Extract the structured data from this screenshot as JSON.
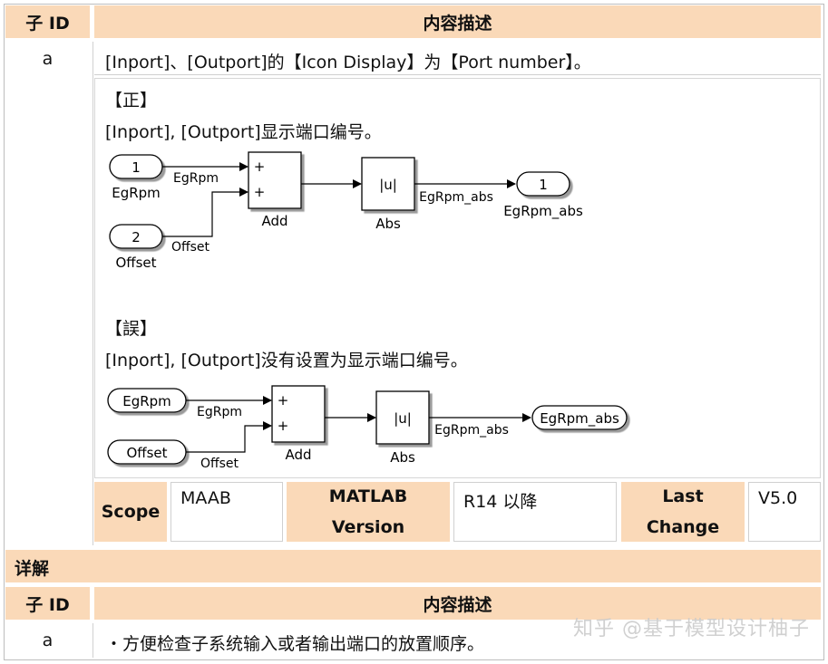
{
  "table1": {
    "header_id": "子 ID",
    "header_desc": "内容描述",
    "row_id": "a",
    "row_desc": "[Inport]、[Outport]的【Icon Display】为【Port number】。"
  },
  "correct": {
    "label": "【正】",
    "text": "[Inport], [Outport]显示端口编号。",
    "diagram": {
      "in1": "1",
      "in1_name": "EgRpm",
      "sig1": "EgRpm",
      "in2": "2",
      "in2_name": "Offset",
      "sig2": "Offset",
      "plus": "+",
      "add_label": "Add",
      "abs_symbol": "|u|",
      "abs_label": "Abs",
      "sig_out": "EgRpm_abs",
      "out1": "1",
      "out1_name": "EgRpm_abs"
    }
  },
  "wrong": {
    "label": "【誤】",
    "text": "[Inport], [Outport]没有设置为显示端口编号。",
    "diagram": {
      "in1": "EgRpm",
      "sig1": "EgRpm",
      "in2": "Offset",
      "sig2": "Offset",
      "plus": "+",
      "add_label": "Add",
      "abs_symbol": "|u|",
      "abs_label": "Abs",
      "sig_out": "EgRpm_abs",
      "out1": "EgRpm_abs"
    }
  },
  "meta": {
    "scope_label": "Scope",
    "scope_value": "MAAB",
    "version_label_1": "MATLAB",
    "version_label_2": "Version",
    "version_value": "R14 以降",
    "change_label_1": "Last",
    "change_label_2": "Change",
    "change_value": "V5.0"
  },
  "details": {
    "title": "详解",
    "header_id": "子 ID",
    "header_desc": "内容描述",
    "row_id": "a",
    "row_desc": "・方便检查子系统输入或者输出端口的放置顺序。"
  },
  "watermark": "知乎 @基于模型设计柚子"
}
